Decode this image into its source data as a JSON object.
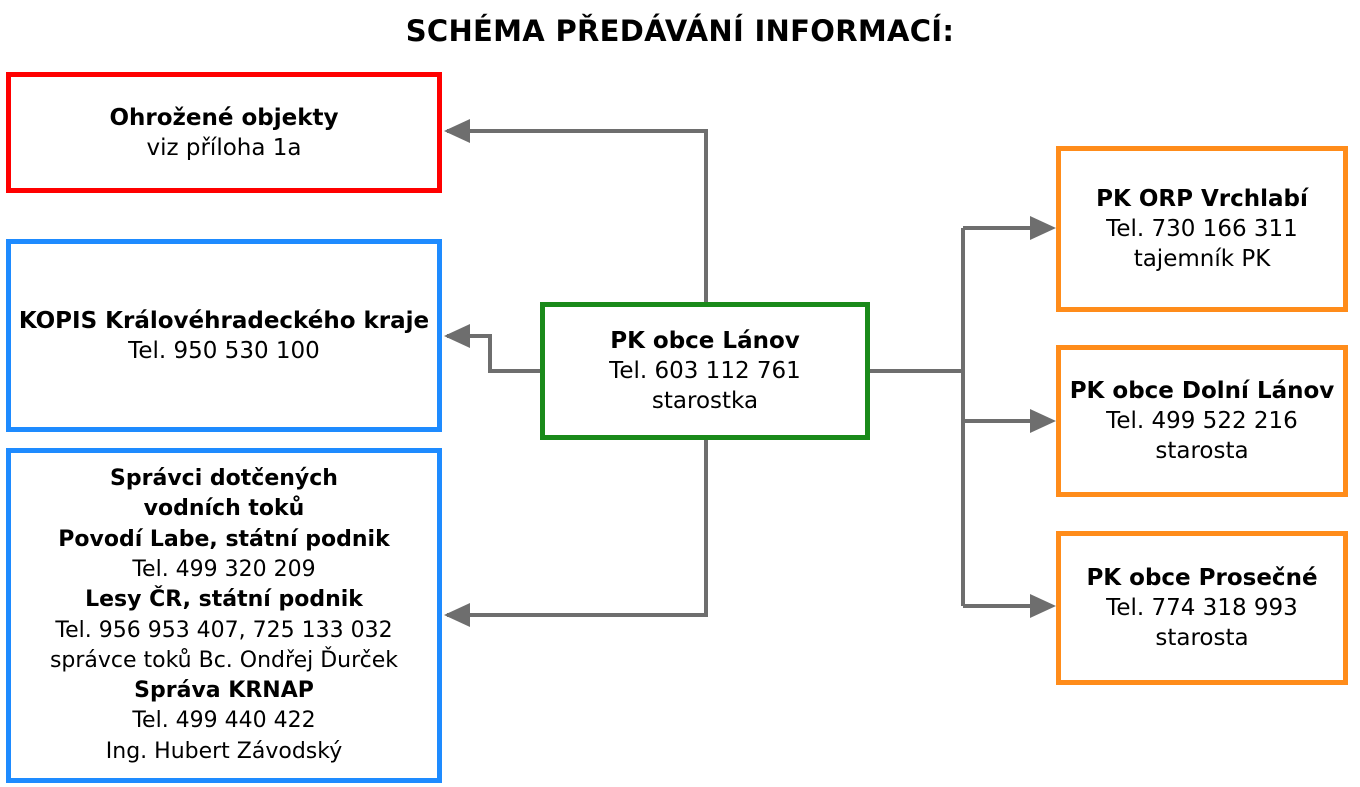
{
  "title": "SCHÉMA PŘEDÁVÁNÍ INFORMACÍ:",
  "colors": {
    "threatened_border": "#ff0000",
    "kopis_border": "#1e8bff",
    "managers_border": "#1e8bff",
    "center_border": "#1a8a1a",
    "municipal_border": "#ff8c1a",
    "arrow": "#6e6e6e"
  },
  "threatened": {
    "name": "Ohrožené objekty",
    "note": "viz příloha 1a"
  },
  "kopis": {
    "name": "KOPIS Královéhradeckého kraje",
    "phone": "Tel. 950 530 100"
  },
  "managers": {
    "heading_line1": "Správci dotčených",
    "heading_line2": "vodních toků",
    "org1_name": "Povodí Labe, státní podnik",
    "org1_phone": "Tel. 499 320 209",
    "org2_name": "Lesy ČR, státní podnik",
    "org2_phone": "Tel. 956 953 407, 725 133 032",
    "org2_contact": "správce toků Bc. Ondřej Ďurček",
    "org3_name": "Správa KRNAP",
    "org3_phone": "Tel. 499 440 422",
    "org3_contact": "Ing. Hubert Závodský"
  },
  "center": {
    "name": "PK obce Lánov",
    "phone": "Tel. 603 112 761",
    "role": "starostka"
  },
  "orp": {
    "name": "PK ORP Vrchlabí",
    "phone": "Tel. 730 166 311",
    "role": "tajemník PK"
  },
  "dolni": {
    "name": "PK obce Dolní Lánov",
    "phone": "Tel. 499 522 216",
    "role": "starosta"
  },
  "prosecne": {
    "name": "PK obce Prosečné",
    "phone": "Tel. 774 318 993",
    "role": "starosta"
  }
}
